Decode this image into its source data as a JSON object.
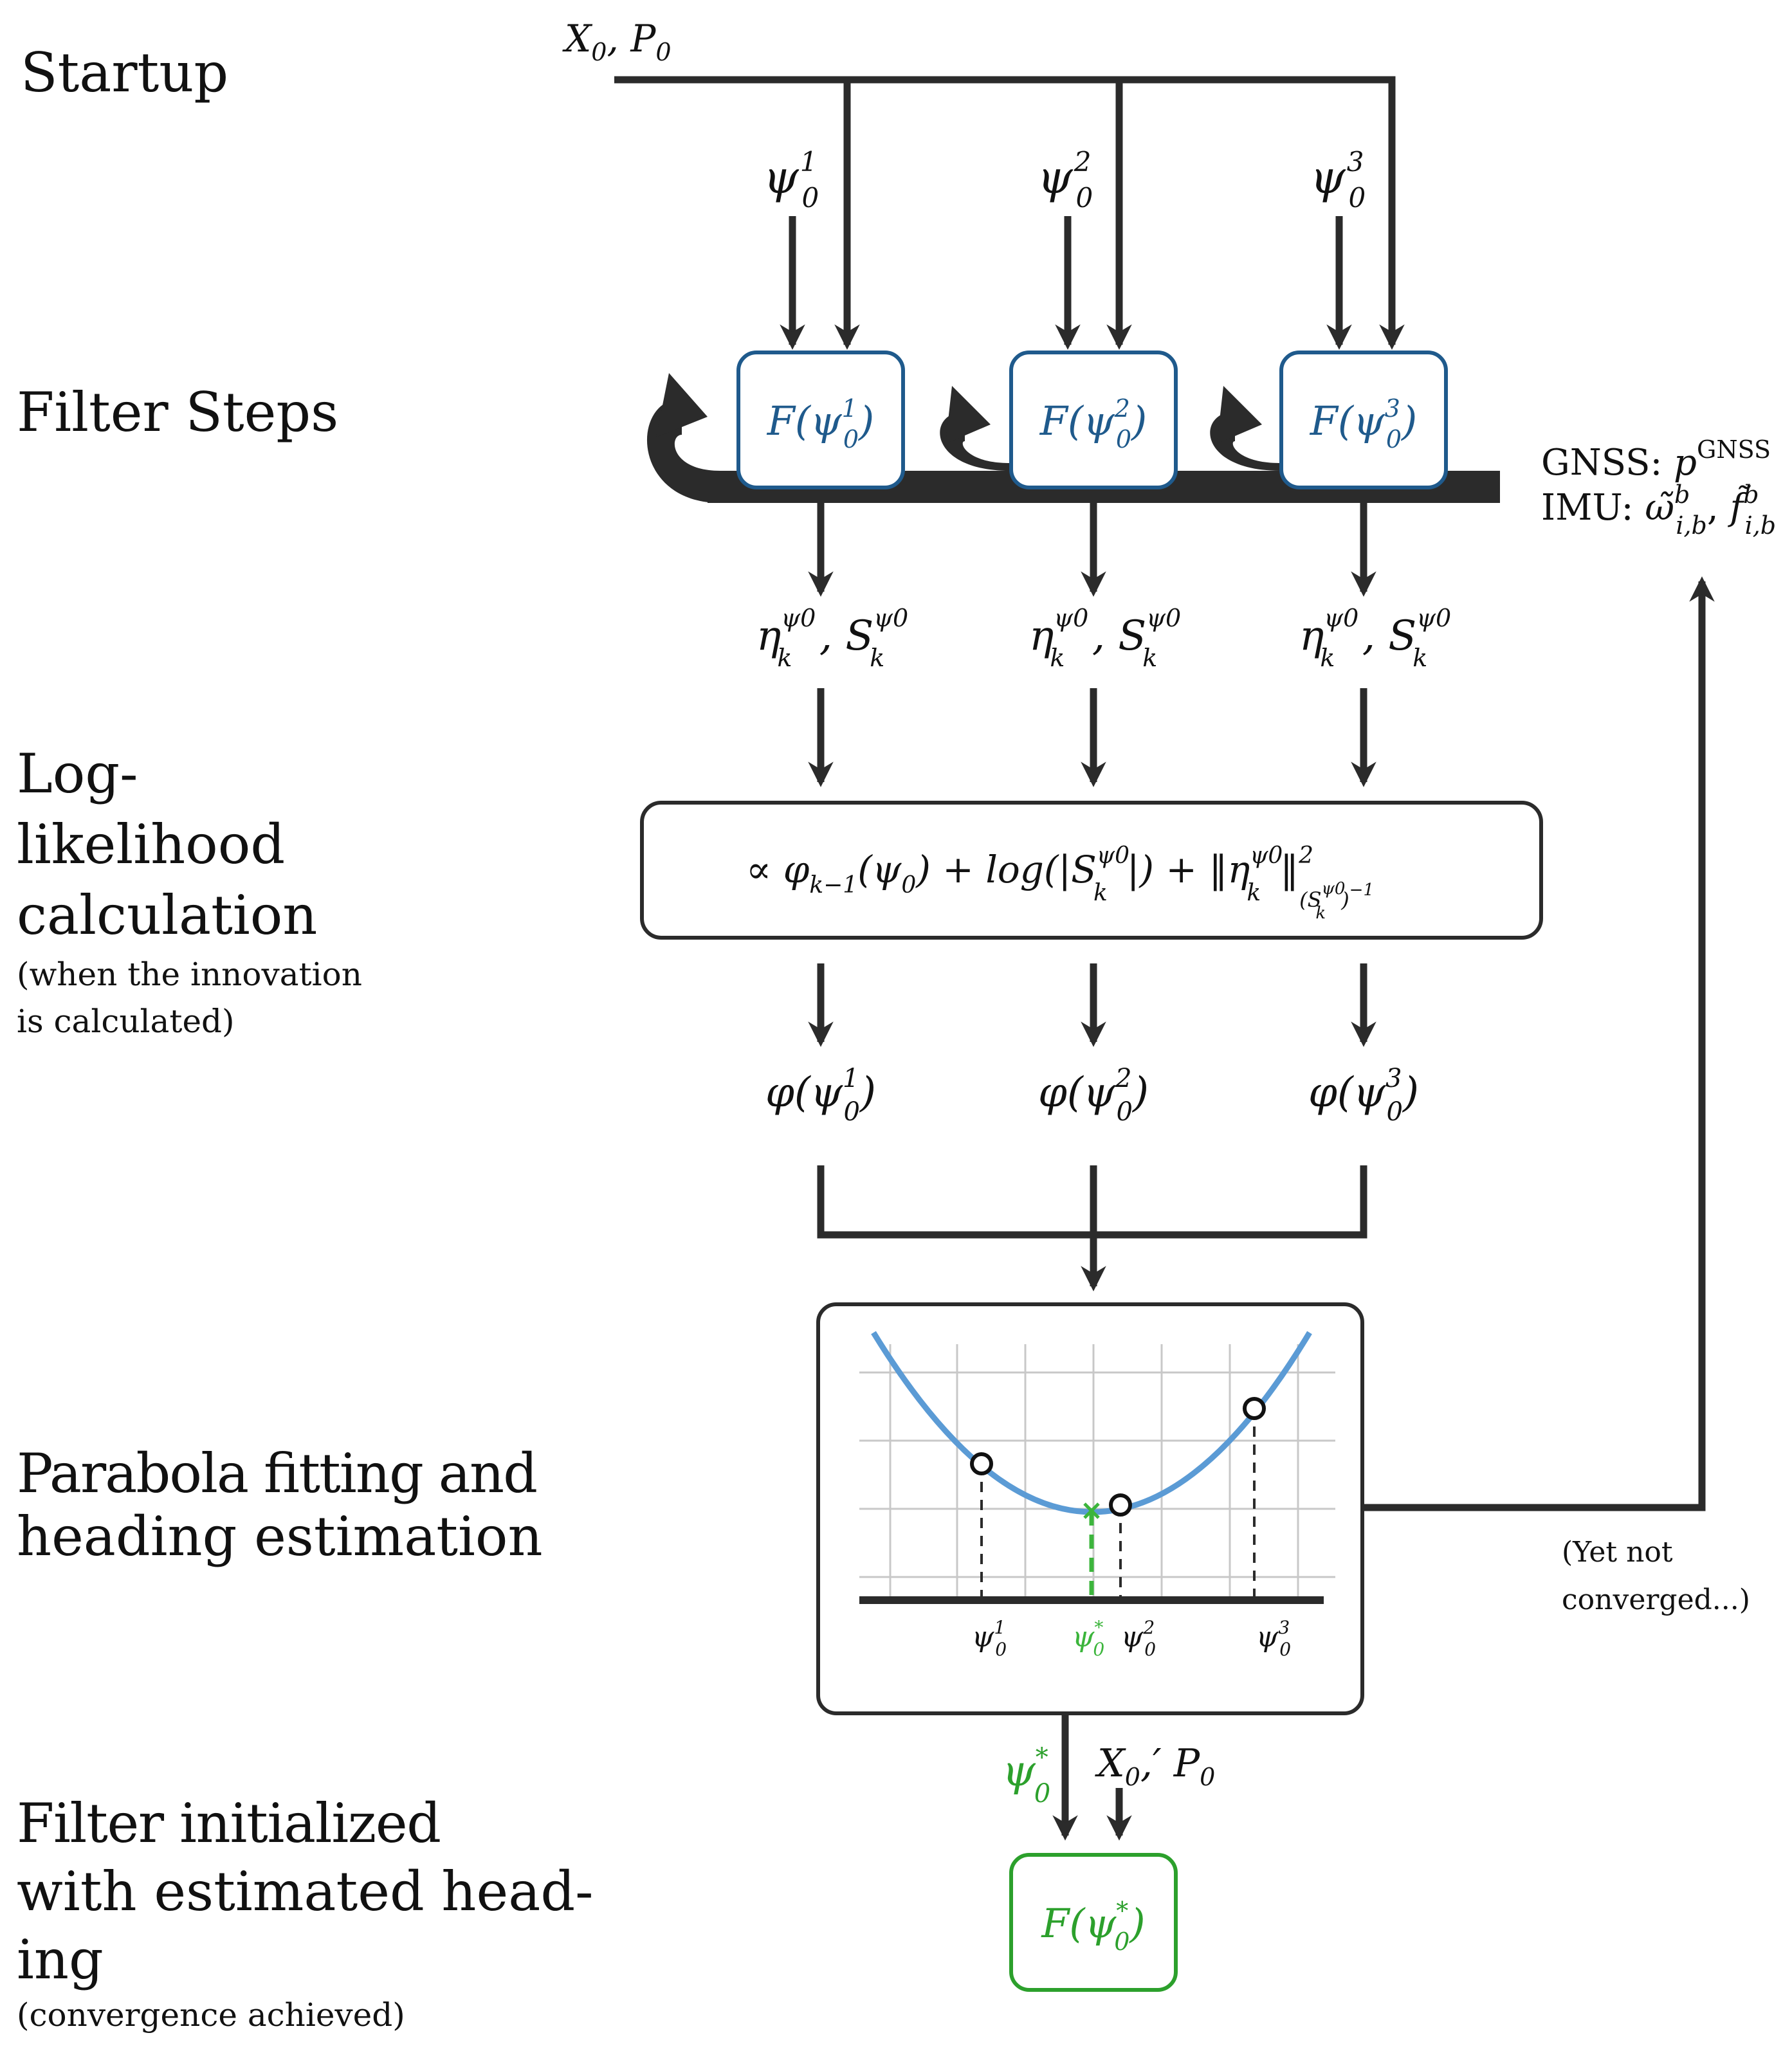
{
  "stages": {
    "startup": "Startup",
    "filter_steps": "Filter Steps",
    "loglik_line1": "Log-",
    "loglik_line2": "likelihood",
    "loglik_line3": "calculation",
    "loglik_note_line1": "(when the innovation",
    "loglik_note_line2": "is calculated)",
    "parabola_line1": "Parabola fitting and",
    "parabola_line2": "heading estimation",
    "final_line1": "Filter initialized",
    "final_line2": "with estimated head-",
    "final_line3": "ing",
    "final_note": "(convergence achieved)"
  },
  "startup_input": {
    "x": "X",
    "sub0": "0",
    "comma": ", ",
    "p": "P",
    "sub0b": "0"
  },
  "psi_inputs": [
    {
      "sym": "ψ",
      "sup": "1",
      "sub": "0"
    },
    {
      "sym": "ψ",
      "sup": "2",
      "sub": "0"
    },
    {
      "sym": "ψ",
      "sup": "3",
      "sub": "0"
    }
  ],
  "filters": [
    {
      "f": "F(ψ",
      "sup": "1",
      "sub": "0",
      "close": ")"
    },
    {
      "f": "F(ψ",
      "sup": "2",
      "sub": "0",
      "close": ")"
    },
    {
      "f": "F(ψ",
      "sup": "3",
      "sub": "0",
      "close": ")"
    }
  ],
  "sensors": {
    "gnss_prefix": "GNSS: ",
    "gnss_sym": "p",
    "gnss_sup": "GNSS",
    "imu_prefix": "IMU: ",
    "imu_omega": "ω̃",
    "imu_omega_sup": "b",
    "imu_omega_sub": "i,b",
    "imu_sep": ", ",
    "imu_f": "f̃",
    "imu_f_sup": "b",
    "imu_f_sub": "i,b"
  },
  "innovations": {
    "eta": "η",
    "eta_sup": "ψ0",
    "eta_sub": "k",
    "comma": " , ",
    "s": "S",
    "s_sup": "ψ0",
    "s_sub": "k"
  },
  "loglik_formula": {
    "prop": "∝ φ",
    "phi_sub": "k−1",
    "part1": "(ψ",
    "part1_sub": "0",
    "part2": ") + log(|S",
    "part2_sup": "ψ0",
    "part2_sub": "k",
    "part3": "|) + ‖η",
    "part3_sup": "ψ0",
    "part3_sub": "k",
    "part4": "‖",
    "norm_sup": "2",
    "norm_sub": "(S",
    "norm_sub_sup": "ψ0",
    "norm_sub_sub": "k",
    "norm_sub_close": ")",
    "norm_sub_exp": "−1"
  },
  "phi_outputs": [
    {
      "f": "φ(ψ",
      "sup": "1",
      "sub": "0",
      "close": ")"
    },
    {
      "f": "φ(ψ",
      "sup": "2",
      "sub": "0",
      "close": ")"
    },
    {
      "f": "φ(ψ",
      "sup": "3",
      "sub": "0",
      "close": ")"
    }
  ],
  "parabola": {
    "tick_psi1": {
      "sym": "ψ",
      "sup": "1",
      "sub": "0"
    },
    "tick_star": {
      "sym": "ψ",
      "sup": "*",
      "sub": "0"
    },
    "tick_psi2": {
      "sym": "ψ",
      "sup": "2",
      "sub": "0"
    },
    "tick_psi3": {
      "sym": "ψ",
      "sup": "3",
      "sub": "0"
    },
    "not_converged_line1": "(Yet not",
    "not_converged_line2": "converged...)"
  },
  "final": {
    "psi_star": {
      "sym": "ψ",
      "sup": "*",
      "sub": "0"
    },
    "reinit": {
      "x": "X",
      "sub": "0",
      "prime": ",′ ",
      "p": "P",
      "psub": "0"
    },
    "filter": {
      "f": "F(ψ",
      "sup": "*",
      "sub": "0",
      "close": ")"
    }
  },
  "colors": {
    "ink": "#2b2b2b",
    "filter_blue": "#1f5a8c",
    "parabola_blue": "#5b9bd5",
    "grid": "#c8c8c8",
    "green": "#3cb53c",
    "final_green": "#2ca02c"
  }
}
